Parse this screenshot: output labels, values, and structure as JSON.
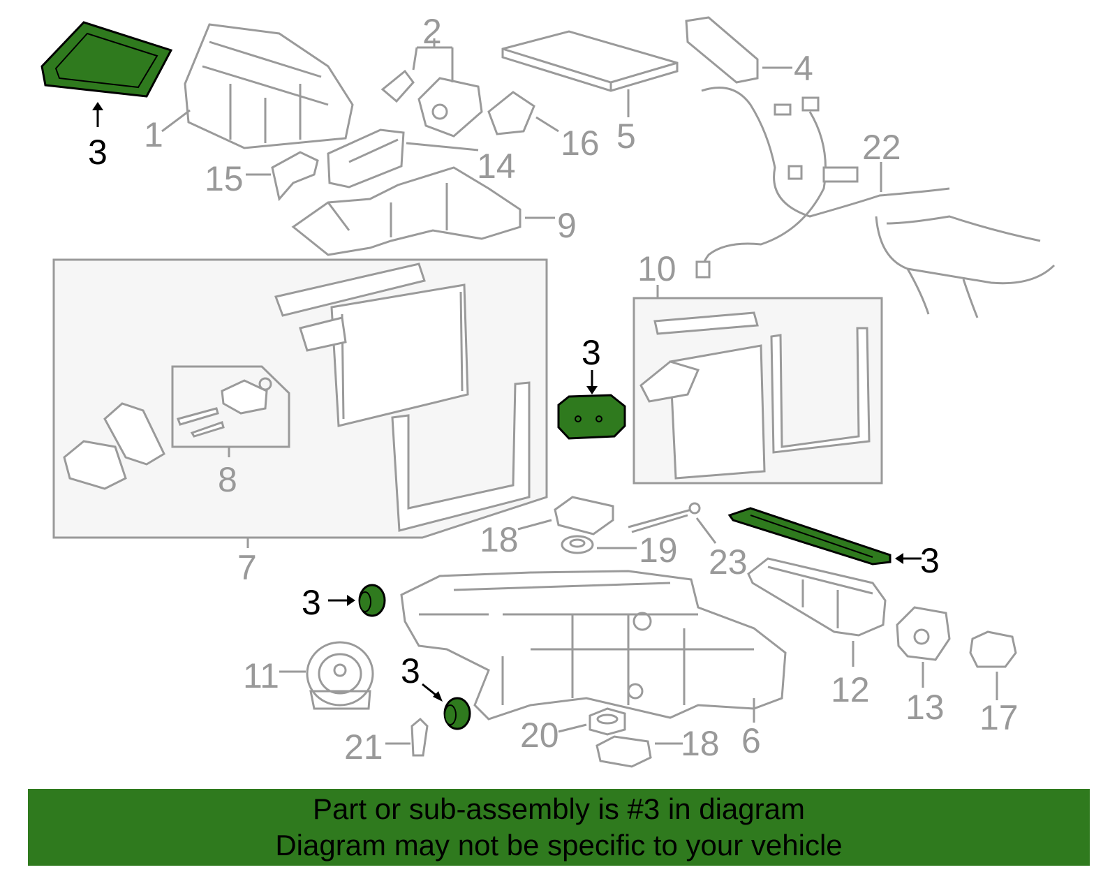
{
  "callouts": {
    "c1": "1",
    "c2": "2",
    "c3a": "3",
    "c3b": "3",
    "c3c": "3",
    "c3d": "3",
    "c3e": "3",
    "c4": "4",
    "c5": "5",
    "c6": "6",
    "c7": "7",
    "c8": "8",
    "c9": "9",
    "c10": "10",
    "c11": "11",
    "c12": "12",
    "c13": "13",
    "c14": "14",
    "c15": "15",
    "c16": "16",
    "c17": "17",
    "c18a": "18",
    "c18b": "18",
    "c19": "19",
    "c20": "20",
    "c21": "21",
    "c22": "22",
    "c23": "23"
  },
  "banner": {
    "line1": "Part or sub-assembly is #3 in diagram",
    "line2": "Diagram may not be specific to your vehicle"
  },
  "colors": {
    "highlight": "#2f7a1e",
    "part_outline": "#9a9a9a",
    "banner_bg": "#2f7a1e"
  }
}
